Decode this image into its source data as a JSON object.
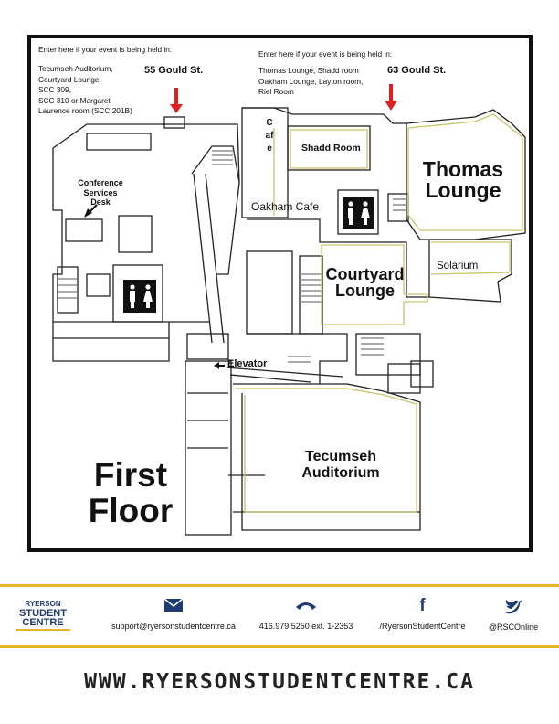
{
  "map": {
    "left_note": {
      "heading": "Enter here if your event is being held in:",
      "lines": [
        "Tecumseh Auditorium,",
        "Courtyard Lounge,",
        "SCC 309,",
        "SCC 310 or Margaret",
        "Laurence room (SCC 201B)"
      ],
      "address": "55 Gould St."
    },
    "right_note": {
      "heading": "Enter here if your event is being held in:",
      "lines": [
        "Thomas Lounge, Shadd room",
        "Oakham Lounge, Layton room,",
        "Riel Room"
      ],
      "address": "63 Gould St."
    },
    "rooms": {
      "cafe": "Cafe",
      "shadd_room": "Shadd Room",
      "thomas_lounge": [
        "Thomas",
        "Lounge"
      ],
      "conference_desk": [
        "Conference",
        "Services",
        "Desk"
      ],
      "oakham_cafe": "Oakham Cafe",
      "solarium": "Solarium",
      "courtyard_lounge": [
        "Courtyard",
        "Lounge"
      ],
      "elevator": "Elevator",
      "tecumseh_auditorium": [
        "Tecumseh",
        "Auditorium"
      ]
    },
    "floor_title": [
      "First",
      "Floor"
    ]
  },
  "colors": {
    "accent_gold": "#e7b52a",
    "brand_blue": "#1e3a73",
    "wall": "#222222",
    "room_outline": "#c9c46a"
  },
  "footer": {
    "logo": [
      "RYERSON",
      "STUDENT",
      "CENTRE"
    ],
    "email": {
      "icon": "envelope-icon",
      "text": "support@ryersonstudentcentre.ca"
    },
    "phone": {
      "icon": "phone-icon",
      "text": "416.979.5250 ext. 1-2353"
    },
    "facebook": {
      "icon": "facebook-icon",
      "text": "/RyersonStudentCentre"
    },
    "twitter": {
      "icon": "twitter-icon",
      "text": "@RSCOnline"
    },
    "url": "WWW.RYERSONSTUDENTCENTRE.CA"
  }
}
